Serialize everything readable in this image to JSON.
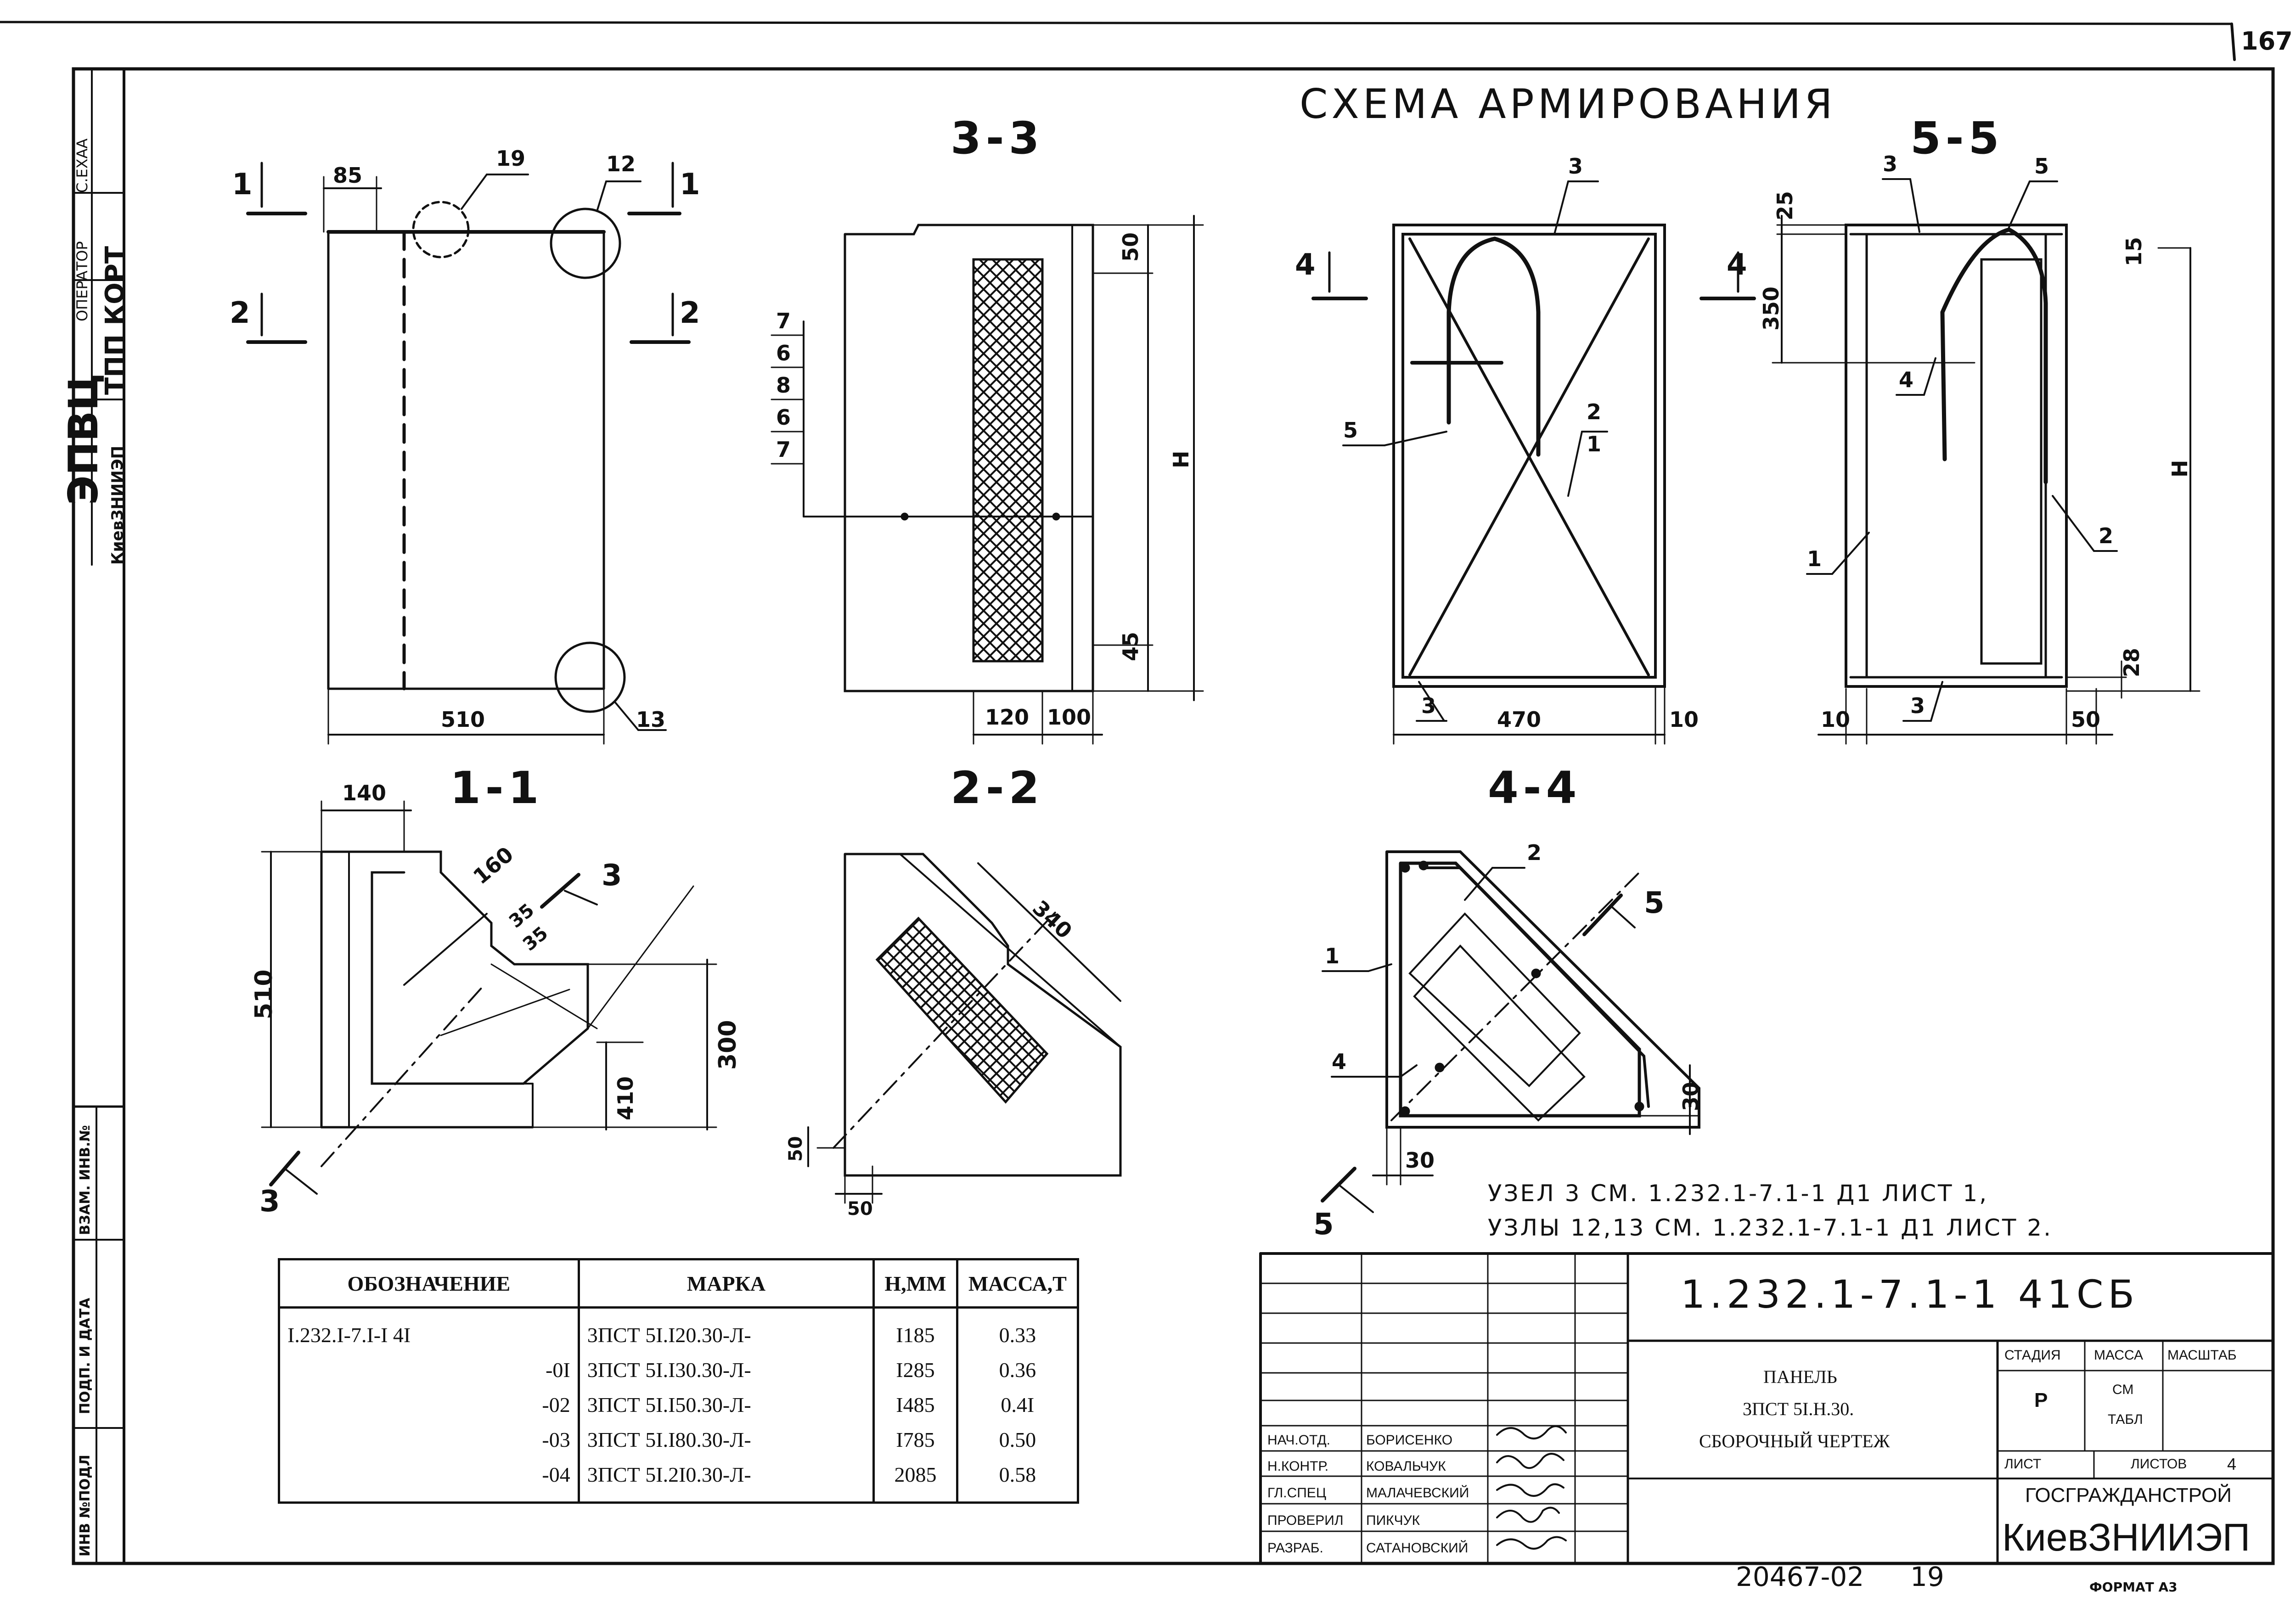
{
  "sheet_number_top": "167",
  "page_title": "СХЕМА АРМИРОВАНИЯ",
  "left_strip": {
    "org": "ЭПВЦ",
    "org_sub": "КиевЗНИИЭП",
    "dept": "ТПП КОРТ",
    "operator": "ОПЕРАТОР",
    "top_label": "С.ЕХАА",
    "inv_labels": [
      "ИНВ №ПОДЛ",
      "ПОДП. И ДАТА",
      "ВЗАМ. ИНВ.№"
    ]
  },
  "sections": {
    "s33": "3-3",
    "s55": "5-5",
    "s11": "1-1",
    "s22": "2-2",
    "s44": "4-4"
  },
  "view_plan": {
    "marks": [
      "1",
      "1",
      "2",
      "2"
    ],
    "callouts": [
      "19",
      "12",
      "13"
    ],
    "dims": [
      "85",
      "510"
    ]
  },
  "view_33": {
    "leaders": [
      "7",
      "6",
      "8",
      "6",
      "7"
    ],
    "dims": [
      "50",
      "45",
      "120",
      "100"
    ],
    "height_label": "Н"
  },
  "view_elev": {
    "marks": [
      "4",
      "4"
    ],
    "callouts": [
      "3",
      "5",
      "2",
      "1",
      "3"
    ],
    "dims": [
      "470",
      "10"
    ]
  },
  "view_55": {
    "callouts": [
      "3",
      "5",
      "4",
      "1",
      "2",
      "3"
    ],
    "dims": [
      "25",
      "350",
      "15",
      "28",
      "10",
      "50"
    ],
    "height_label": "Н"
  },
  "view_11": {
    "dims": [
      "140",
      "160",
      "35",
      "35",
      "510",
      "300",
      "410"
    ],
    "marks": [
      "3",
      "3"
    ]
  },
  "view_22": {
    "dims": [
      "340",
      "50",
      "50"
    ]
  },
  "view_44": {
    "callouts": [
      "2",
      "1",
      "4"
    ],
    "dims": [
      "30",
      "30"
    ],
    "marks": [
      "5",
      "5"
    ]
  },
  "notes": [
    "УЗЕЛ 3 СМ. 1.232.1-7.1-1 Д1 ЛИСТ 1,",
    "УЗЛЫ 12,13 СМ. 1.232.1-7.1-1 Д1 ЛИСТ 2."
  ],
  "spec_table": {
    "headers": [
      "ОБОЗНАЧЕНИЕ",
      "МАРКА",
      "Н,ММ",
      "МАССА,Т"
    ],
    "designation_base": "I.232.I-7.I-I 4I",
    "designation_suffixes": [
      "-0I",
      "-02",
      "-03",
      "-04"
    ],
    "rows": [
      {
        "mark": "3ПСТ 5I.I20.30-Л-",
        "h": "I185",
        "mass": "0.33"
      },
      {
        "mark": "3ПСТ 5I.I30.30-Л-",
        "h": "I285",
        "mass": "0.36"
      },
      {
        "mark": "3ПСТ 5I.I50.30-Л-",
        "h": "I485",
        "mass": "0.4I"
      },
      {
        "mark": "3ПСТ 5I.I80.30-Л-",
        "h": "I785",
        "mass": "0.50"
      },
      {
        "mark": "3ПСТ 5I.2I0.30-Л-",
        "h": "2085",
        "mass": "0.58"
      }
    ]
  },
  "title_block": {
    "code": "1.232.1-7.1-1 41СБ",
    "item_title": [
      "ПАНЕЛЬ",
      "3ПСТ 5I.Н.30.",
      "СБОРОЧНЫЙ ЧЕРТЕЖ"
    ],
    "stage_label": "СТАДИЯ",
    "mass_label": "МАССА",
    "scale_label": "МАСШТАБ",
    "stage_value": "Р",
    "mass_value": [
      "СМ",
      "ТАБЛ"
    ],
    "sheet_label": "ЛИСТ",
    "sheets_label": "ЛИСТОВ",
    "sheets_value": "4",
    "org1": "ГОСГРАЖДАНСТРОЙ",
    "org2": "КиевЗНИИЭП",
    "roles": [
      {
        "role": "НАЧ.ОТД.",
        "name": "БОРИСЕНКО"
      },
      {
        "role": "Н.КОНТР.",
        "name": "КОВАЛЬЧУК"
      },
      {
        "role": "ГЛ.СПЕЦ",
        "name": "МАЛАЧЕВСКИЙ"
      },
      {
        "role": "ПРОВЕРИЛ",
        "name": "ПИКЧУК"
      },
      {
        "role": "РАЗРАБ.",
        "name": "САТАНОВСКИЙ"
      }
    ]
  },
  "footer": {
    "doc_no": "20467-02",
    "page": "19",
    "format": "ФОРМАТ А3"
  }
}
